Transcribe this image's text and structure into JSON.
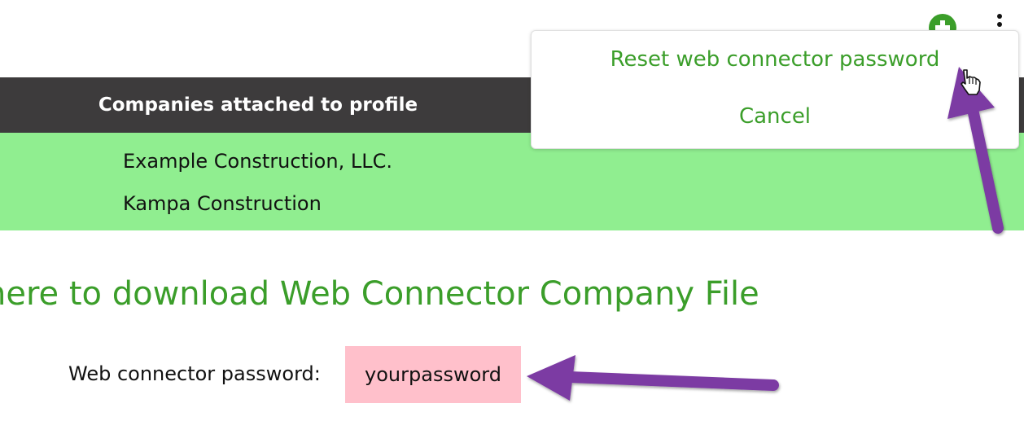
{
  "header": {
    "add_icon": "plus-circle-icon",
    "more_icon": "vertical-dots-icon",
    "accent_color": "#3b9e2a"
  },
  "menu": {
    "items": [
      {
        "label": "Reset web connector password"
      },
      {
        "label": "Cancel"
      }
    ]
  },
  "companies_table": {
    "header": "Companies attached to profile",
    "header_color": "#3d3b3c",
    "body_color": "#90ee90",
    "rows": [
      {
        "name": "Example Construction, LLC."
      },
      {
        "name": "Kampa Construction"
      }
    ]
  },
  "download": {
    "link_text": "here to download Web Connector Company File"
  },
  "password": {
    "label": "Web connector password:",
    "value": "yourpassword",
    "highlight_color": "#ffc0cb"
  },
  "annotations": {
    "arrow_color": "#7b3aa3",
    "cursor_icon": "hand-pointer-icon"
  }
}
